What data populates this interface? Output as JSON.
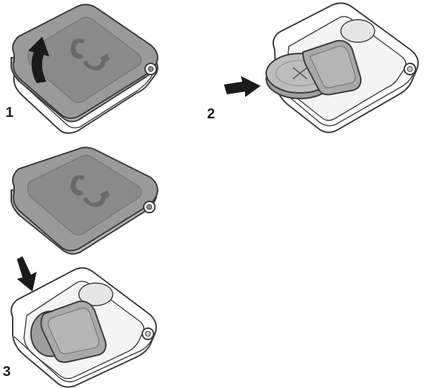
{
  "steps": [
    {
      "number": "1"
    },
    {
      "number": "2"
    },
    {
      "number": "3"
    }
  ],
  "colors": {
    "outline": "#3a3a3a",
    "cover_fill": "#8f8f8f",
    "cover_top": "#9c9c9c",
    "cover_side": "#b8b8b8",
    "logo": "#6a6a6a",
    "housing_fill": "#f4f4f4",
    "battery_fill": "#bdbdbd",
    "holder_fill": "#a9a9a9",
    "arrow": "#1a1a1a"
  },
  "icons": [
    "lift-arrow-icon",
    "insert-arrow-icon",
    "down-arrow-icon",
    "key-ring-hole-icon",
    "brand-logo-icon"
  ]
}
